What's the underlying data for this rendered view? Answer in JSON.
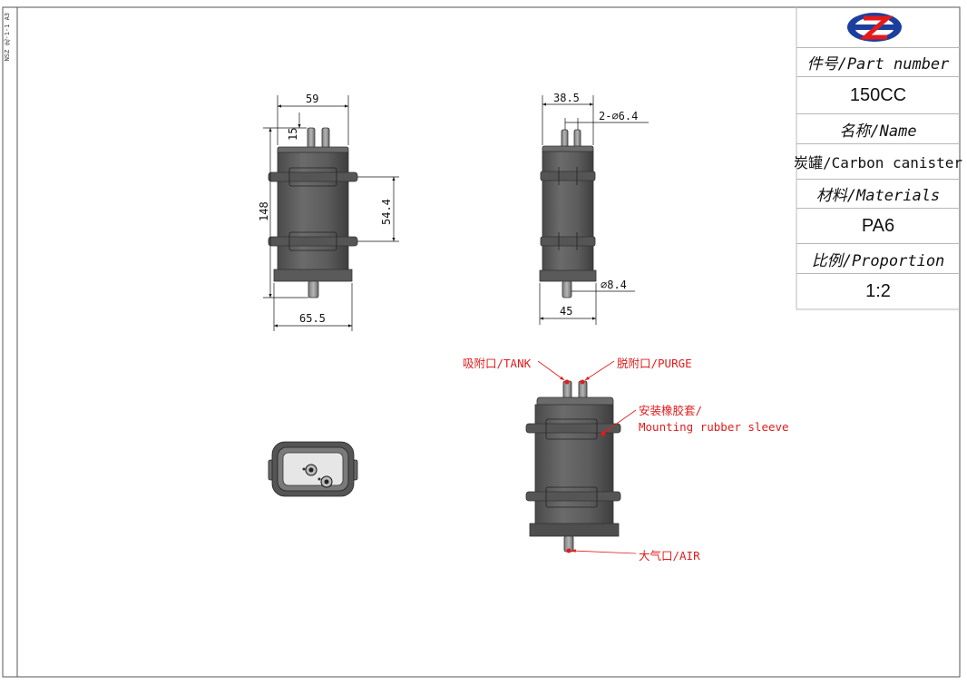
{
  "sidebar_note": "NSZ 北-1-1 A3",
  "title_block": {
    "logo": "zh-circle-logo",
    "part_number_label": "件号/Part number",
    "part_number_value": "150CC",
    "name_label": "名称/Name",
    "name_value": "炭罐/Carbon canister",
    "materials_label": "材料/Materials",
    "materials_value": "PA6",
    "proportion_label": "比例/Proportion",
    "proportion_value": "1:2"
  },
  "front_view": {
    "dim_top_width": "59",
    "dim_nozzle_height": "15",
    "dim_total_height": "148",
    "dim_sleeve_spacing": "54.4",
    "dim_bottom_width": "65.5"
  },
  "side_view": {
    "dim_top_width": "38.5",
    "dim_nozzle_dia": "2-∅6.4",
    "dim_air_dia": "∅8.4",
    "dim_bottom_width": "45"
  },
  "callouts": {
    "tank": "吸附口/TANK",
    "purge": "脱附口/PURGE",
    "sleeve_line1": "安装橡胶套/",
    "sleeve_line2": "Mounting rubber sleeve",
    "air": "大气口/AIR"
  },
  "colors": {
    "body": "#5a5a5a",
    "accent": "#e31b1b",
    "logo_blue": "#1c3f9e"
  }
}
